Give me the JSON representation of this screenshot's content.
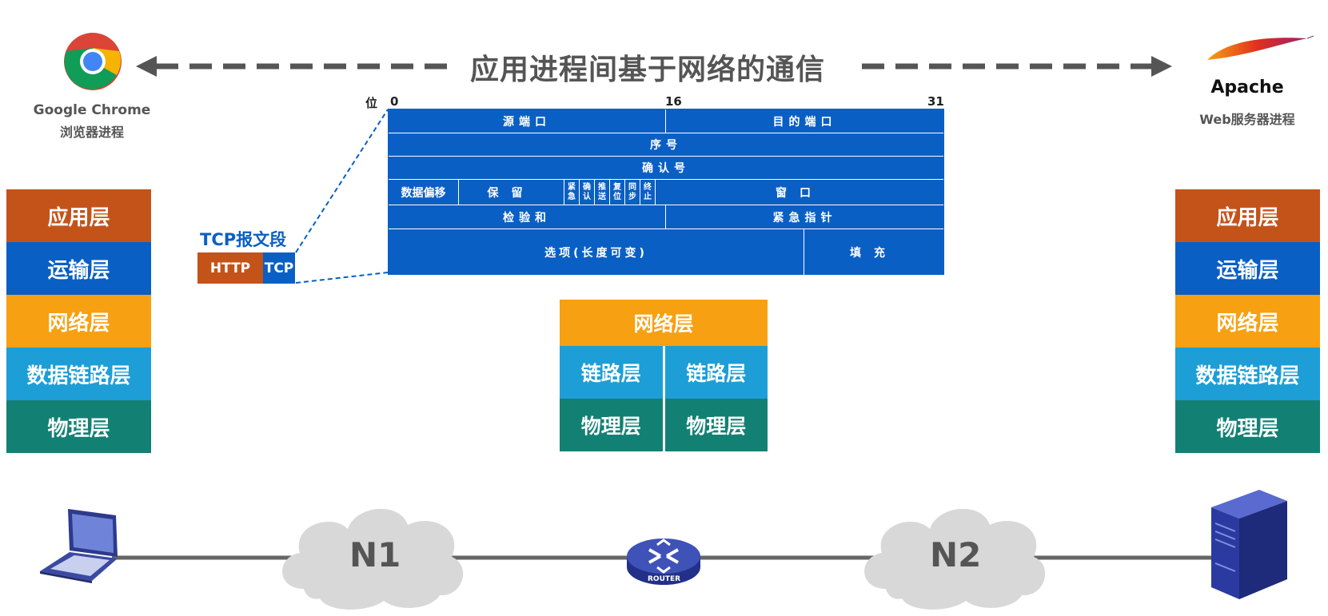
{
  "title": "应用进程间基于网络的通信",
  "client": {
    "name": "Google Chrome",
    "sub": "浏览器进程"
  },
  "server": {
    "name": "Apache",
    "sub": "Web服务器进程"
  },
  "layers": {
    "app": "应用层",
    "transport": "运输层",
    "network": "网络层",
    "datalink": "数据链路层",
    "physical": "物理层"
  },
  "router_stack": {
    "network": "网络层",
    "link": "链路层",
    "physical": "物理层"
  },
  "segment": {
    "label": "TCP报文段",
    "http": "HTTP",
    "tcp": "TCP"
  },
  "tcp_header": {
    "bit_label": "位",
    "bits": [
      "0",
      "16",
      "31"
    ],
    "src_port": "源端口",
    "dst_port": "目的端口",
    "seq": "序号",
    "ack_num": "确认号",
    "data_offset": "数据偏移",
    "reserved": "保留",
    "flags": [
      [
        "紧",
        "急"
      ],
      [
        "确",
        "认"
      ],
      [
        "推",
        "送"
      ],
      [
        "复",
        "位"
      ],
      [
        "同",
        "步"
      ],
      [
        "终",
        "止"
      ]
    ],
    "window": "窗口",
    "checksum": "检验和",
    "urgent_ptr": "紧急指针",
    "options": "选项(长度可变)",
    "padding": "填充"
  },
  "network": {
    "n1": "N1",
    "n2": "N2",
    "router": "ROUTER"
  },
  "colors": {
    "application": "#c4531a",
    "transport": "#0a5fc4",
    "network": "#f7a012",
    "datalink": "#1d9ed6",
    "physical": "#138074"
  }
}
